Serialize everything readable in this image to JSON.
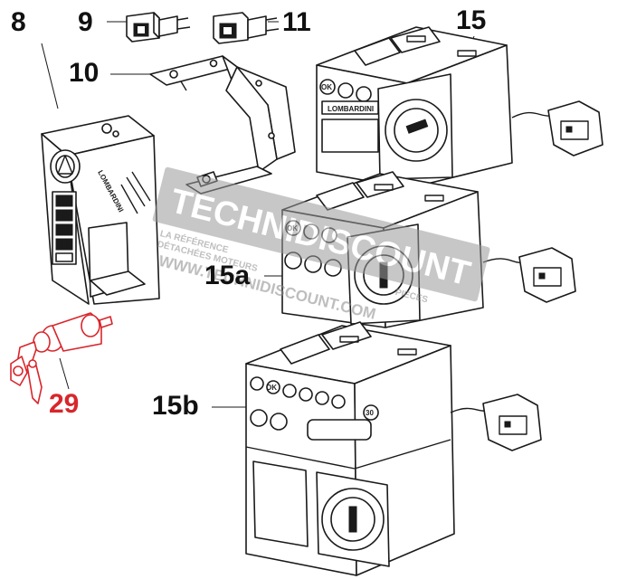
{
  "callouts": {
    "c8": "8",
    "c9": "9",
    "c10": "10",
    "c11": "11",
    "c15": "15",
    "c15a": "15a",
    "c15b": "15b",
    "c29": "29"
  },
  "brand": {
    "lombardini": "LOMBARDINI",
    "lombardini_vertical": "LOMBARDINI"
  },
  "panel_labels": {
    "ok": "OK",
    "ok_15a": "OK",
    "ok_15b": "OK",
    "three_zero": "30"
  },
  "watermark": {
    "name": "TECHNIDISCOUNT",
    "tagline_1": "LA RÉFÉRENCE",
    "tagline_2": "DÉTACHÉES MOTEURS",
    "tagline_3": "PIÈCES",
    "url": "WWW.TECHNIDISCOUNT.COM"
  },
  "colors": {
    "line": "#1a1a1a",
    "highlight_red": "#d8262c",
    "watermark": "#8a8a8a"
  }
}
